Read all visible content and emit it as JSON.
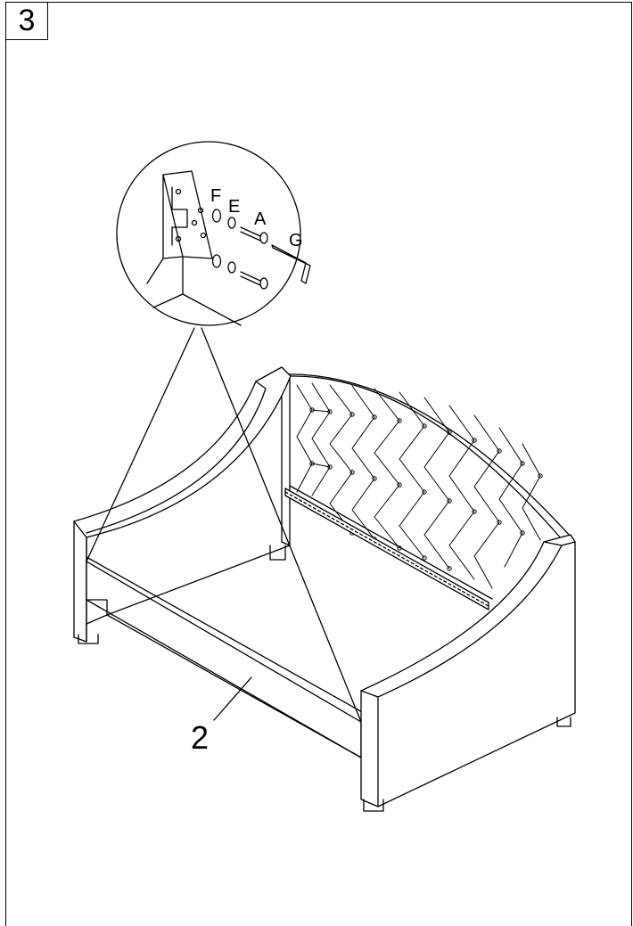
{
  "step": {
    "number": "3"
  },
  "callouts": {
    "hardware": [
      "F",
      "E",
      "A",
      "G"
    ],
    "part": "2"
  }
}
